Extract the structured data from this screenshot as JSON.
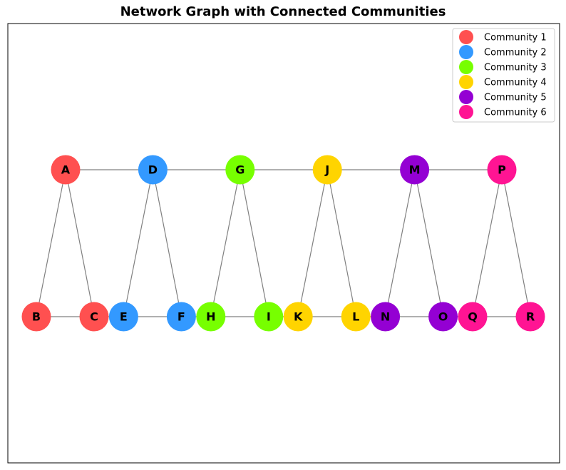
{
  "title": "Network Graph with Connected Communities",
  "communities": [
    {
      "name": "Community 1",
      "color": "#ff5050"
    },
    {
      "name": "Community 2",
      "color": "#3399ff"
    },
    {
      "name": "Community 3",
      "color": "#77ff00"
    },
    {
      "name": "Community 4",
      "color": "#ffd400"
    },
    {
      "name": "Community 5",
      "color": "#9400d3"
    },
    {
      "name": "Community 6",
      "color": "#ff1493"
    }
  ],
  "nodes": [
    {
      "id": "A",
      "community": 0
    },
    {
      "id": "B",
      "community": 0
    },
    {
      "id": "C",
      "community": 0
    },
    {
      "id": "D",
      "community": 1
    },
    {
      "id": "E",
      "community": 1
    },
    {
      "id": "F",
      "community": 1
    },
    {
      "id": "G",
      "community": 2
    },
    {
      "id": "H",
      "community": 2
    },
    {
      "id": "I",
      "community": 2
    },
    {
      "id": "J",
      "community": 3
    },
    {
      "id": "K",
      "community": 3
    },
    {
      "id": "L",
      "community": 3
    },
    {
      "id": "M",
      "community": 4
    },
    {
      "id": "N",
      "community": 4
    },
    {
      "id": "O",
      "community": 4
    },
    {
      "id": "P",
      "community": 5
    },
    {
      "id": "Q",
      "community": 5
    },
    {
      "id": "R",
      "community": 5
    }
  ],
  "edges": [
    [
      "A",
      "B"
    ],
    [
      "A",
      "C"
    ],
    [
      "B",
      "C"
    ],
    [
      "D",
      "E"
    ],
    [
      "D",
      "F"
    ],
    [
      "E",
      "F"
    ],
    [
      "G",
      "H"
    ],
    [
      "G",
      "I"
    ],
    [
      "H",
      "I"
    ],
    [
      "J",
      "K"
    ],
    [
      "J",
      "L"
    ],
    [
      "K",
      "L"
    ],
    [
      "M",
      "N"
    ],
    [
      "M",
      "O"
    ],
    [
      "N",
      "O"
    ],
    [
      "P",
      "Q"
    ],
    [
      "P",
      "R"
    ],
    [
      "Q",
      "R"
    ],
    [
      "A",
      "D"
    ],
    [
      "D",
      "G"
    ],
    [
      "G",
      "J"
    ],
    [
      "J",
      "M"
    ],
    [
      "M",
      "P"
    ],
    [
      "C",
      "E"
    ],
    [
      "F",
      "H"
    ],
    [
      "I",
      "K"
    ],
    [
      "L",
      "N"
    ],
    [
      "O",
      "Q"
    ]
  ]
}
